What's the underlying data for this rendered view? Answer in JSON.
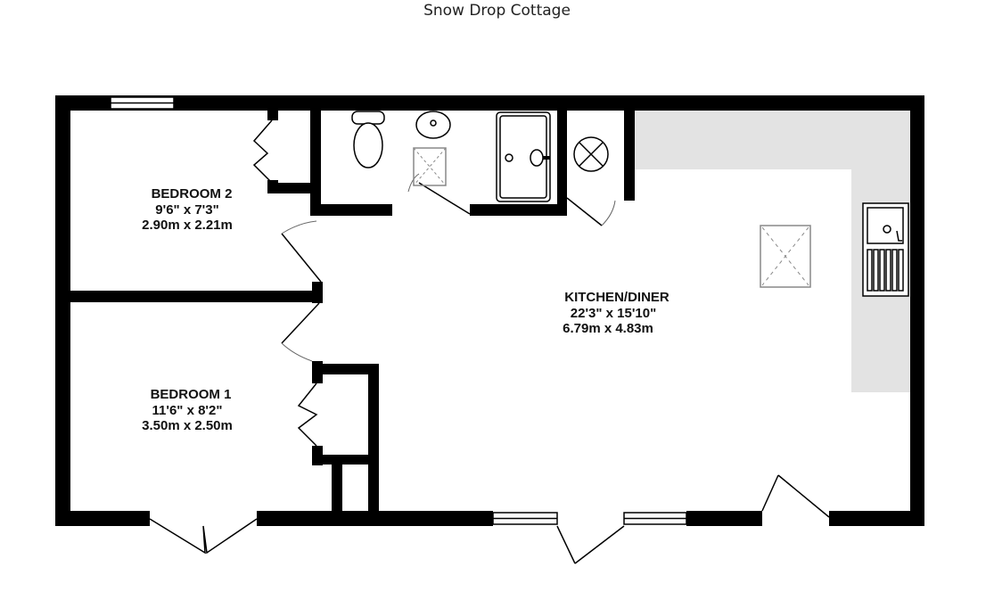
{
  "title": "Snow Drop Cottage",
  "rooms": {
    "bedroom2": {
      "name": "BEDROOM 2",
      "imperial": "9'6\"  x 7'3\"",
      "metric": "2.90m  x 2.21m"
    },
    "kitchen": {
      "name": "KITCHEN/DINER",
      "imperial": "22'3\"  x 15'10\"",
      "metric": "6.79m  x 4.83m"
    },
    "bedroom1": {
      "name": "BEDROOM 1",
      "imperial": "11'6\"  x 8'2\"",
      "metric": "3.50m  x 2.50m"
    }
  },
  "colors": {
    "wall": "#000000",
    "counter": "#e3e3e3"
  }
}
